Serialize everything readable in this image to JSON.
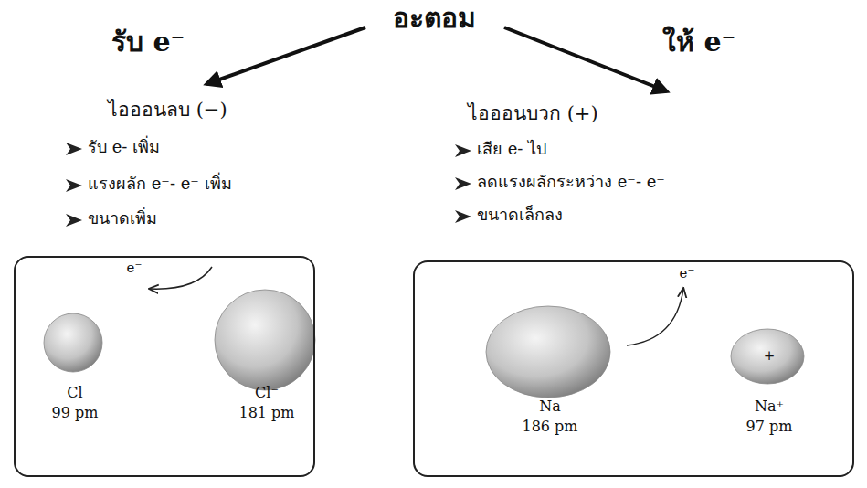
{
  "diagram": {
    "title": "อะตอม",
    "nodes": [
      {
        "text": [
          "e⁻",
          "Cl",
          "99 pm",
          "Cl⁻",
          "181 pm"
        ]
      },
      {
        "text": [
          "Na",
          "186 pm",
          "e⁻",
          "+",
          "Na⁺",
          "97 pm"
        ]
      }
    ],
    "labels": [
      "รับ e⁻",
      "ให้ e⁻",
      "ไอออนลบ (−)",
      "รับ e- เพิ่ม",
      "แรงผลัก e⁻- e⁻ เพิ่ม",
      "ขนาดเพิ่ม",
      "ไอออนบวก (+)",
      "เสีย e- ไป",
      "ลดแรงผลักระหว่าง e⁻- e⁻",
      "ขนาดเล็กลง"
    ]
  }
}
